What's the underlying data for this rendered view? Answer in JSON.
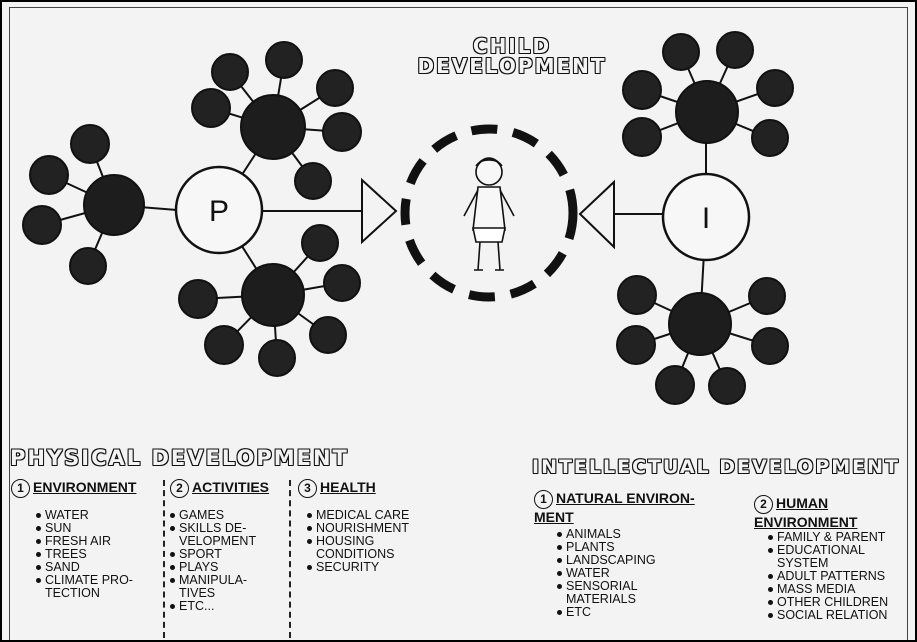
{
  "title": {
    "line1": "CHILD",
    "line2": "DEVELOPMENT"
  },
  "nodes": {
    "left_label": "P",
    "right_label": "I"
  },
  "colors": {
    "ink": "#111111",
    "paper": "#f3f3f3"
  },
  "physical": {
    "heading": "PHYSICAL DEVELOPMENT",
    "columns": [
      {
        "num": "1",
        "label": "ENVIRONMENT",
        "items": [
          "WATER",
          "SUN",
          "FRESH AIR",
          "TREES",
          "SAND",
          "CLIMATE PRO- TECTION"
        ]
      },
      {
        "num": "2",
        "label": "ACTIVITIES",
        "items": [
          "GAMES",
          "SKILLS DE- VELOPMENT",
          "SPORT",
          "PLAYS",
          "MANIPULA- TIVES",
          "ETC..."
        ]
      },
      {
        "num": "3",
        "label": "HEALTH",
        "items": [
          "MEDICAL CARE",
          "NOURISHMENT",
          "HOUSING CONDITIONS",
          "SECURITY"
        ]
      }
    ]
  },
  "intellectual": {
    "heading": "INTELLECTUAL DEVELOPMENT",
    "columns": [
      {
        "num": "1",
        "label": "NATURAL ENVIRON- MENT",
        "items": [
          "ANIMALS",
          "PLANTS",
          "LANDSCAPING",
          "WATER",
          "SENSORIAL MATERIALS",
          "ETC"
        ]
      },
      {
        "num": "2",
        "label": "HUMAN ENVIRONMENT",
        "items": [
          "FAMILY & PARENT",
          "EDUCATIONAL SYSTEM",
          "ADULT PATTERNS",
          "MASS MEDIA",
          "OTHER CHILDREN",
          "SOCIAL RELATION"
        ]
      }
    ]
  }
}
